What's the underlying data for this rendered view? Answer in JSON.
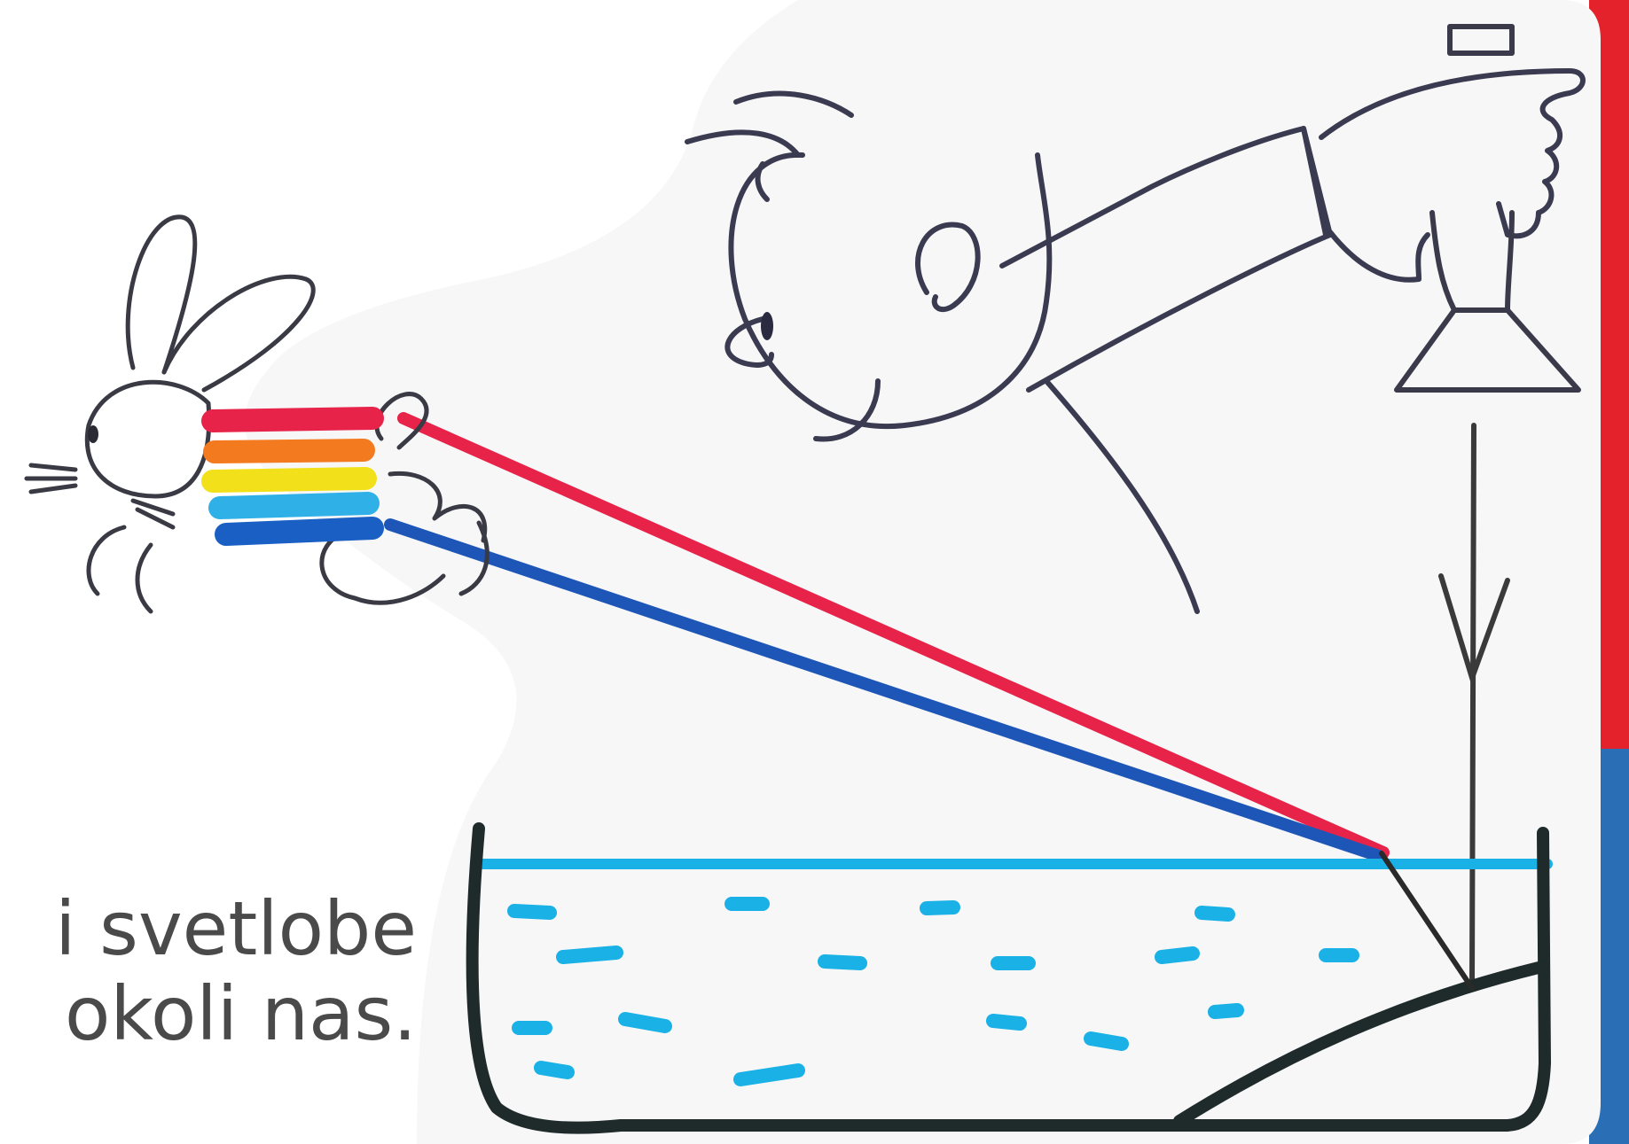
{
  "caption": {
    "line1": "i svetlobe",
    "line2": "okoli nas."
  },
  "colors": {
    "background": "#ffffff",
    "panel": "#f7f7f8",
    "side_tab_red": "#e3222b",
    "side_tab_blue": "#2a6fb5",
    "ink": "#3a3a44",
    "ink_dark": "#1f2b2b",
    "ray_red": "#e8234a",
    "ray_blue": "#1e56b8",
    "water": "#19b1e6",
    "text": "#4a4a4a"
  },
  "illustration": {
    "subject": "drawing",
    "rainbow_colors": [
      "#e8234a",
      "#f47a20",
      "#f2e11a",
      "#2fb1e8",
      "#1a5fc4"
    ]
  }
}
